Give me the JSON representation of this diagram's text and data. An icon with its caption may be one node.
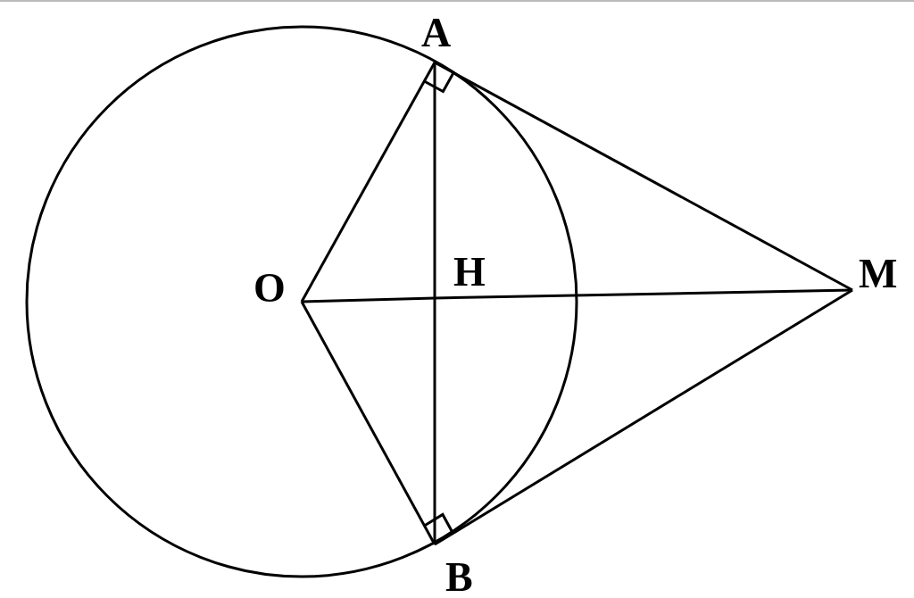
{
  "diagram": {
    "nodes": [
      {
        "text": [
          "A"
        ]
      },
      {
        "text": [
          "O"
        ]
      },
      {
        "text": [
          "H"
        ]
      },
      {
        "text": [
          "M"
        ]
      },
      {
        "text": [
          "B"
        ]
      }
    ],
    "edges": [
      {
        "from": 1,
        "to": 0,
        "arrow": "none"
      },
      {
        "from": 1,
        "to": 4,
        "arrow": "none"
      },
      {
        "from": 0,
        "to": 2,
        "arrow": "none"
      },
      {
        "from": 2,
        "to": 4,
        "arrow": "none"
      },
      {
        "from": 1,
        "to": 2,
        "arrow": "none"
      },
      {
        "from": 2,
        "to": 3,
        "arrow": "none"
      },
      {
        "from": 0,
        "to": 3,
        "arrow": "none"
      },
      {
        "from": 4,
        "to": 3,
        "arrow": "none"
      }
    ]
  }
}
